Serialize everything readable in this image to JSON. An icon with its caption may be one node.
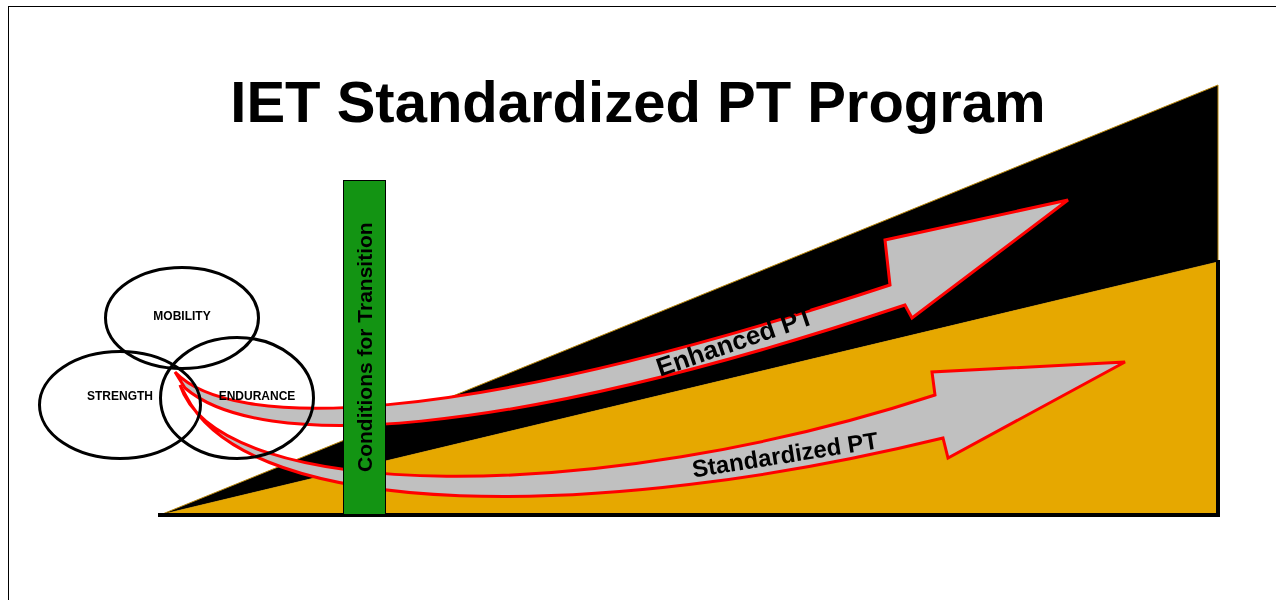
{
  "diagram": {
    "title": "IET Standardized PT Program",
    "nodes": [
      {
        "text": [
          "MOBILITY"
        ]
      },
      {
        "text": [
          "STRENGTH"
        ]
      },
      {
        "text": [
          "ENDURANCE"
        ]
      },
      {
        "text": [
          "Conditions for Transition"
        ]
      },
      {
        "text": [
          "Enhanced PT"
        ]
      },
      {
        "text": [
          "Standardized PT"
        ]
      }
    ],
    "edges": []
  }
}
